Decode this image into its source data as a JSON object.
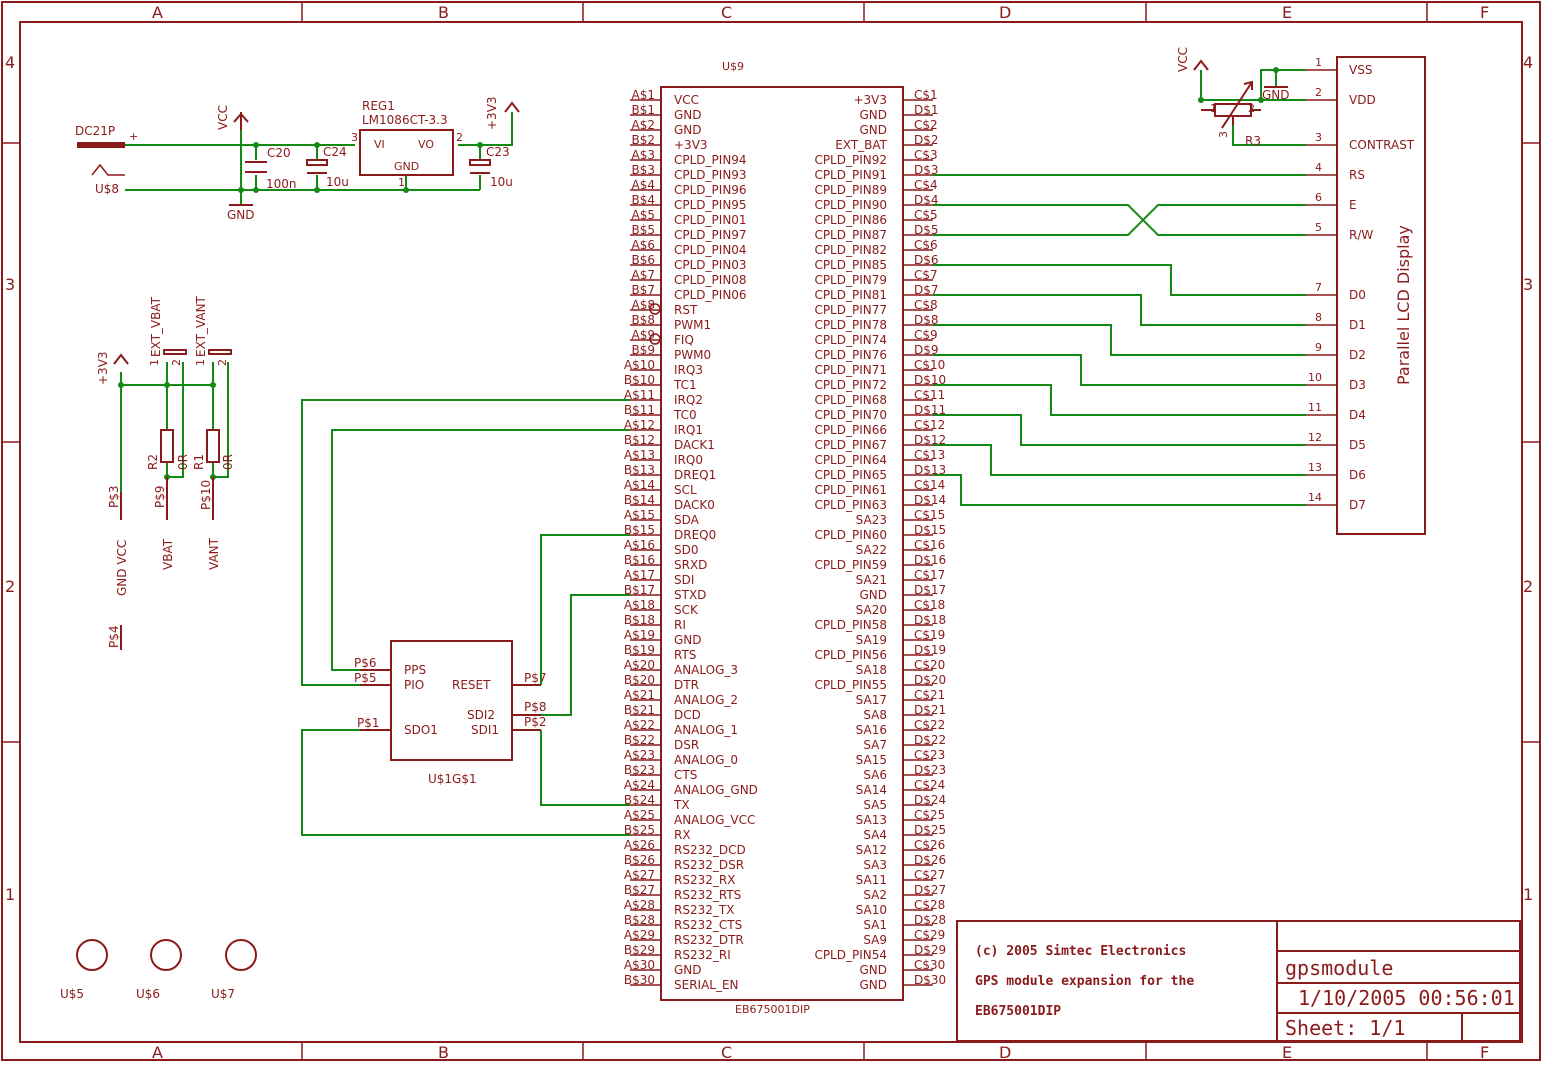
{
  "frame": {
    "columns": [
      "A",
      "B",
      "C",
      "D",
      "E",
      "F"
    ],
    "rows": [
      "4",
      "3",
      "2",
      "1"
    ]
  },
  "title_block": {
    "copyright": "(c) 2005 Simtec Electronics",
    "desc_line1": "GPS module expansion for the",
    "desc_line2": "EB675001DIP",
    "drawing_name": "gpsmodule",
    "date": "1/10/2005 00:56:01",
    "sheet": "Sheet: 1/1"
  },
  "power_section": {
    "dc_jack_name": "DC21P",
    "dc_jack_ref": "U$8",
    "dc_plus": "+",
    "vcc_label": "VCC",
    "gnd_label": "GND",
    "v33_label": "+3V3",
    "regulator_ref": "REG1",
    "regulator_part": "LM1086CT-3.3",
    "reg_vi": "VI",
    "reg_vo": "VO",
    "reg_gnd": "GND",
    "reg_pin_in": "3",
    "reg_pin_out": "2",
    "reg_pin_gnd": "1",
    "caps": [
      {
        "ref": "C20",
        "value": "100n"
      },
      {
        "ref": "C24",
        "value": "10u"
      },
      {
        "ref": "C23",
        "value": "10u"
      }
    ]
  },
  "ext_section": {
    "v33_label": "+3V3",
    "jumpers": [
      "EXT_VBAT",
      "EXT_VANT"
    ],
    "pin1": "1",
    "pin2": "2",
    "resistors": [
      {
        "ref": "R2",
        "value": "0R"
      },
      {
        "ref": "R1",
        "value": "0R"
      }
    ],
    "pads": [
      "P$3",
      "P$9",
      "P$10",
      "P$4"
    ],
    "nets": [
      "GND VCC",
      "VBAT",
      "VANT"
    ]
  },
  "mounting_holes": [
    "U$5",
    "U$6",
    "U$7"
  ],
  "module": {
    "ref": "U$9",
    "part": "EB675001DIP",
    "left_pins": [
      {
        "pad": "A$1",
        "name": "VCC"
      },
      {
        "pad": "B$1",
        "name": "GND"
      },
      {
        "pad": "A$2",
        "name": "GND"
      },
      {
        "pad": "B$2",
        "name": "+3V3"
      },
      {
        "pad": "A$3",
        "name": "CPLD_PIN94"
      },
      {
        "pad": "B$3",
        "name": "CPLD_PIN93"
      },
      {
        "pad": "A$4",
        "name": "CPLD_PIN96"
      },
      {
        "pad": "B$4",
        "name": "CPLD_PIN95"
      },
      {
        "pad": "A$5",
        "name": "CPLD_PIN01"
      },
      {
        "pad": "B$5",
        "name": "CPLD_PIN97"
      },
      {
        "pad": "A$6",
        "name": "CPLD_PIN04"
      },
      {
        "pad": "B$6",
        "name": "CPLD_PIN03"
      },
      {
        "pad": "A$7",
        "name": "CPLD_PIN08"
      },
      {
        "pad": "B$7",
        "name": "CPLD_PIN06"
      },
      {
        "pad": "A$8",
        "name": "RST"
      },
      {
        "pad": "B$8",
        "name": "PWM1"
      },
      {
        "pad": "A$9",
        "name": "FIQ"
      },
      {
        "pad": "B$9",
        "name": "PWM0"
      },
      {
        "pad": "A$10",
        "name": "IRQ3"
      },
      {
        "pad": "B$10",
        "name": "TC1"
      },
      {
        "pad": "A$11",
        "name": "IRQ2"
      },
      {
        "pad": "B$11",
        "name": "TC0"
      },
      {
        "pad": "A$12",
        "name": "IRQ1"
      },
      {
        "pad": "B$12",
        "name": "DACK1"
      },
      {
        "pad": "A$13",
        "name": "IRQ0"
      },
      {
        "pad": "B$13",
        "name": "DREQ1"
      },
      {
        "pad": "A$14",
        "name": "SCL"
      },
      {
        "pad": "B$14",
        "name": "DACK0"
      },
      {
        "pad": "A$15",
        "name": "SDA"
      },
      {
        "pad": "B$15",
        "name": "DREQ0"
      },
      {
        "pad": "A$16",
        "name": "SD0"
      },
      {
        "pad": "B$16",
        "name": "SRXD"
      },
      {
        "pad": "A$17",
        "name": "SDI"
      },
      {
        "pad": "B$17",
        "name": "STXD"
      },
      {
        "pad": "A$18",
        "name": "SCK"
      },
      {
        "pad": "B$18",
        "name": "RI"
      },
      {
        "pad": "A$19",
        "name": "GND"
      },
      {
        "pad": "B$19",
        "name": "RTS"
      },
      {
        "pad": "A$20",
        "name": "ANALOG_3"
      },
      {
        "pad": "B$20",
        "name": "DTR"
      },
      {
        "pad": "A$21",
        "name": "ANALOG_2"
      },
      {
        "pad": "B$21",
        "name": "DCD"
      },
      {
        "pad": "A$22",
        "name": "ANALOG_1"
      },
      {
        "pad": "B$22",
        "name": "DSR"
      },
      {
        "pad": "A$23",
        "name": "ANALOG_0"
      },
      {
        "pad": "B$23",
        "name": "CTS"
      },
      {
        "pad": "A$24",
        "name": "ANALOG_GND"
      },
      {
        "pad": "B$24",
        "name": "TX"
      },
      {
        "pad": "A$25",
        "name": "ANALOG_VCC"
      },
      {
        "pad": "B$25",
        "name": "RX"
      },
      {
        "pad": "A$26",
        "name": "RS232_DCD"
      },
      {
        "pad": "B$26",
        "name": "RS232_DSR"
      },
      {
        "pad": "A$27",
        "name": "RS232_RX"
      },
      {
        "pad": "B$27",
        "name": "RS232_RTS"
      },
      {
        "pad": "A$28",
        "name": "RS232_TX"
      },
      {
        "pad": "B$28",
        "name": "RS232_CTS"
      },
      {
        "pad": "A$29",
        "name": "RS232_DTR"
      },
      {
        "pad": "B$29",
        "name": "RS232_RI"
      },
      {
        "pad": "A$30",
        "name": "GND"
      },
      {
        "pad": "B$30",
        "name": "SERIAL_EN"
      }
    ],
    "right_pins": [
      {
        "pad": "C$1",
        "name": "+3V3"
      },
      {
        "pad": "D$1",
        "name": "GND"
      },
      {
        "pad": "C$2",
        "name": "GND"
      },
      {
        "pad": "D$2",
        "name": "EXT_BAT"
      },
      {
        "pad": "C$3",
        "name": "CPLD_PIN92"
      },
      {
        "pad": "D$3",
        "name": "CPLD_PIN91"
      },
      {
        "pad": "C$4",
        "name": "CPLD_PIN89"
      },
      {
        "pad": "D$4",
        "name": "CPLD_PIN90"
      },
      {
        "pad": "C$5",
        "name": "CPLD_PIN86"
      },
      {
        "pad": "D$5",
        "name": "CPLD_PIN87"
      },
      {
        "pad": "C$6",
        "name": "CPLD_PIN82"
      },
      {
        "pad": "D$6",
        "name": "CPLD_PIN85"
      },
      {
        "pad": "C$7",
        "name": "CPLD_PIN79"
      },
      {
        "pad": "D$7",
        "name": "CPLD_PIN81"
      },
      {
        "pad": "C$8",
        "name": "CPLD_PIN77"
      },
      {
        "pad": "D$8",
        "name": "CPLD_PIN78"
      },
      {
        "pad": "C$9",
        "name": "CPLD_PIN74"
      },
      {
        "pad": "D$9",
        "name": "CPLD_PIN76"
      },
      {
        "pad": "C$10",
        "name": "CPLD_PIN71"
      },
      {
        "pad": "D$10",
        "name": "CPLD_PIN72"
      },
      {
        "pad": "C$11",
        "name": "CPLD_PIN68"
      },
      {
        "pad": "D$11",
        "name": "CPLD_PIN70"
      },
      {
        "pad": "C$12",
        "name": "CPLD_PIN66"
      },
      {
        "pad": "D$12",
        "name": "CPLD_PIN67"
      },
      {
        "pad": "C$13",
        "name": "CPLD_PIN64"
      },
      {
        "pad": "D$13",
        "name": "CPLD_PIN65"
      },
      {
        "pad": "C$14",
        "name": "CPLD_PIN61"
      },
      {
        "pad": "D$14",
        "name": "CPLD_PIN63"
      },
      {
        "pad": "C$15",
        "name": "SA23"
      },
      {
        "pad": "D$15",
        "name": "CPLD_PIN60"
      },
      {
        "pad": "C$16",
        "name": "SA22"
      },
      {
        "pad": "D$16",
        "name": "CPLD_PIN59"
      },
      {
        "pad": "C$17",
        "name": "SA21"
      },
      {
        "pad": "D$17",
        "name": "GND"
      },
      {
        "pad": "C$18",
        "name": "SA20"
      },
      {
        "pad": "D$18",
        "name": "CPLD_PIN58"
      },
      {
        "pad": "C$19",
        "name": "SA19"
      },
      {
        "pad": "D$19",
        "name": "CPLD_PIN56"
      },
      {
        "pad": "C$20",
        "name": "SA18"
      },
      {
        "pad": "D$20",
        "name": "CPLD_PIN55"
      },
      {
        "pad": "C$21",
        "name": "SA17"
      },
      {
        "pad": "D$21",
        "name": "SA8"
      },
      {
        "pad": "C$22",
        "name": "SA16"
      },
      {
        "pad": "D$22",
        "name": "SA7"
      },
      {
        "pad": "C$23",
        "name": "SA15"
      },
      {
        "pad": "D$23",
        "name": "SA6"
      },
      {
        "pad": "C$24",
        "name": "SA14"
      },
      {
        "pad": "D$24",
        "name": "SA5"
      },
      {
        "pad": "C$25",
        "name": "SA13"
      },
      {
        "pad": "D$25",
        "name": "SA4"
      },
      {
        "pad": "C$26",
        "name": "SA12"
      },
      {
        "pad": "D$26",
        "name": "SA3"
      },
      {
        "pad": "C$27",
        "name": "SA11"
      },
      {
        "pad": "D$27",
        "name": "SA2"
      },
      {
        "pad": "C$28",
        "name": "SA10"
      },
      {
        "pad": "D$28",
        "name": "SA1"
      },
      {
        "pad": "C$29",
        "name": "SA9"
      },
      {
        "pad": "D$29",
        "name": "CPLD_PIN54"
      },
      {
        "pad": "C$30",
        "name": "GND"
      },
      {
        "pad": "D$30",
        "name": "GND"
      }
    ]
  },
  "gps": {
    "ref": "U$1G$1",
    "pins": [
      {
        "pad": "P$6",
        "name": "PPS"
      },
      {
        "pad": "P$5",
        "name": "PIO"
      },
      {
        "pad": "P$7",
        "name": "RESET"
      },
      {
        "pad": "P$8",
        "name": "SDI2"
      },
      {
        "pad": "P$1",
        "name": "SDO1"
      },
      {
        "pad": "P$2",
        "name": "SDI1"
      }
    ]
  },
  "lcd": {
    "title": "Parallel LCD Display",
    "vcc_label": "VCC",
    "gnd_label": "GND",
    "pot_ref": "R3",
    "pot_pins": [
      "1",
      "2",
      "3"
    ],
    "pins": [
      {
        "num": "1",
        "name": "VSS"
      },
      {
        "num": "2",
        "name": "VDD"
      },
      {
        "num": "3",
        "name": "CONTRAST"
      },
      {
        "num": "4",
        "name": "RS"
      },
      {
        "num": "6",
        "name": "E"
      },
      {
        "num": "5",
        "name": "R/W"
      },
      {
        "num": "7",
        "name": "D0"
      },
      {
        "num": "8",
        "name": "D1"
      },
      {
        "num": "9",
        "name": "D2"
      },
      {
        "num": "10",
        "name": "D3"
      },
      {
        "num": "11",
        "name": "D4"
      },
      {
        "num": "12",
        "name": "D5"
      },
      {
        "num": "13",
        "name": "D6"
      },
      {
        "num": "14",
        "name": "D7"
      }
    ]
  },
  "colors": {
    "symbol": "#8b1a1a",
    "wire": "#138a13",
    "background": "#ffffff"
  }
}
